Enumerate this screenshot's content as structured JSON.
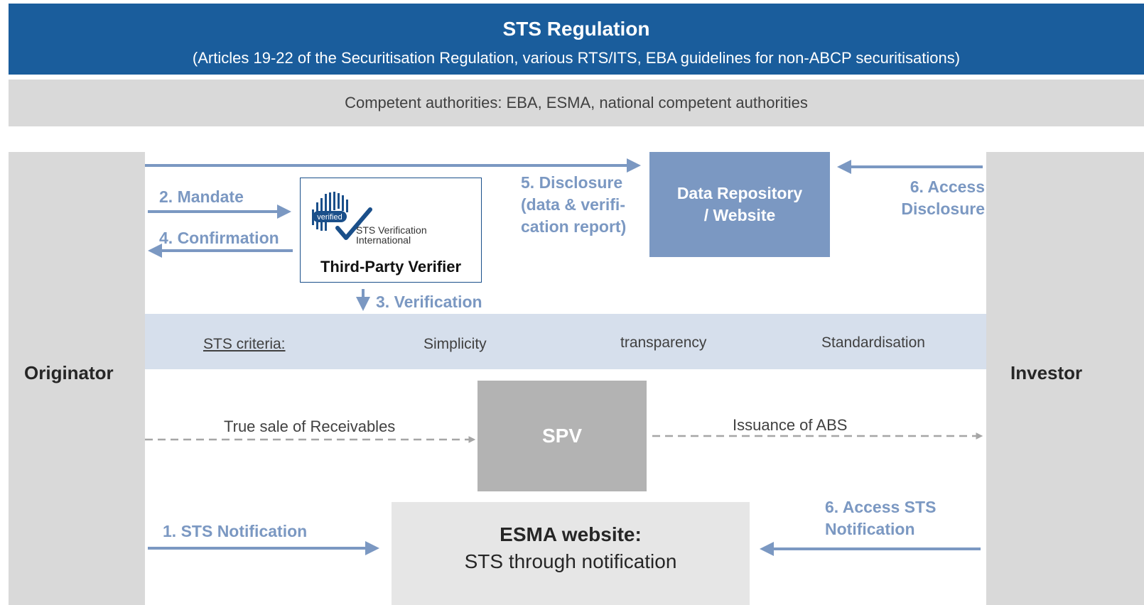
{
  "header": {
    "title": "STS Regulation",
    "subtitle": "(Articles 19-22 of the Securitisation Regulation, various RTS/ITS, EBA guidelines for non-ABCP securitisations)"
  },
  "authorities": "Competent authorities: EBA, ESMA, national competent authorities",
  "parties": {
    "originator": "Originator",
    "investor": "Investor"
  },
  "verifier": {
    "logo_badge": "verified",
    "logo_line1": "STS Verification",
    "logo_line2": "International",
    "caption": "Third-Party Verifier"
  },
  "repository": {
    "line1": "Data Repository",
    "line2": "/ Website"
  },
  "steps": {
    "mandate": "2. Mandate",
    "confirmation": "4. Confirmation",
    "verification": "3. Verification",
    "disclosure_line1": "5. Disclosure",
    "disclosure_line2": "(data & verifi-",
    "disclosure_line3": "cation report)",
    "access_disclosure_line1": "6. Access",
    "access_disclosure_line2": "Disclosure",
    "notification": "1. STS Notification",
    "access_notification_line1": "6. Access STS",
    "access_notification_line2": "Notification"
  },
  "criteria": {
    "label": "STS criteria:",
    "items": [
      "Simplicity",
      "transparency",
      "Standardisation"
    ]
  },
  "spv": "SPV",
  "flows": {
    "true_sale": "True sale of Receivables",
    "issuance": "Issuance of ABS"
  },
  "esma": {
    "title": "ESMA website:",
    "subtitle": "STS through notification"
  },
  "colors": {
    "header_blue": "#1a5d9c",
    "label_blue": "#7b98c2",
    "panel_gray": "#d9d9d9",
    "criteria_band": "#d6dfec",
    "spv_gray": "#b3b3b3",
    "dashed_gray": "#a6a6a6"
  }
}
